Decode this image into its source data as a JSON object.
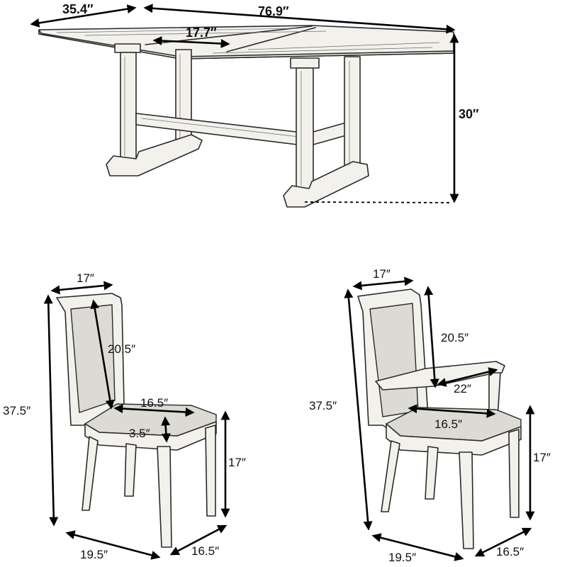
{
  "table": {
    "dimensions": {
      "leaf_width": "35.4″",
      "length": "76.9″",
      "leaf_extension": "17.7″",
      "height": "30″"
    }
  },
  "side_chair": {
    "dimensions": {
      "back_width": "17″",
      "back_height": "20.5″",
      "total_height": "37.5″",
      "seat_depth": "16.5″",
      "seat_thickness": "3.5″",
      "seat_height": "17″",
      "base_width": "19.5″",
      "base_depth": "16.5″"
    }
  },
  "arm_chair": {
    "dimensions": {
      "back_width": "17″",
      "back_height": "20.5″",
      "arm_length": "22″",
      "total_height": "37.5″",
      "seat_depth": "16.5″",
      "seat_height": "17″",
      "base_width": "19.5″",
      "base_depth": "16.5″"
    }
  }
}
